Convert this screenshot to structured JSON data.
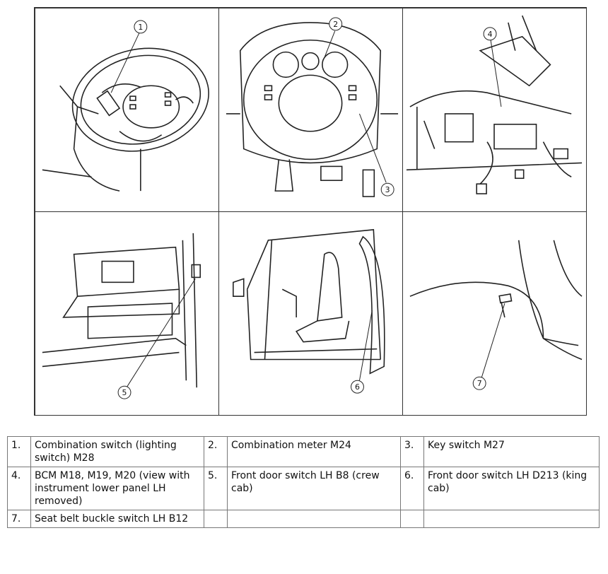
{
  "callouts": [
    "1",
    "2",
    "3",
    "4",
    "5",
    "6",
    "7"
  ],
  "legend": {
    "rows": [
      [
        {
          "num": "1.",
          "text": "Combination switch (lighting switch) M28"
        },
        {
          "num": "2.",
          "text": "Combination meter M24"
        },
        {
          "num": "3.",
          "text": "Key switch M27"
        }
      ],
      [
        {
          "num": "4.",
          "text": "BCM M18, M19, M20 (view with instrument lower panel LH removed)"
        },
        {
          "num": "5.",
          "text": "Front door switch LH B8 (crew cab)"
        },
        {
          "num": "6.",
          "text": "Front door switch LH D213 (king cab)"
        }
      ],
      [
        {
          "num": "7.",
          "text": "Seat belt buckle switch LH B12"
        },
        {
          "num": "",
          "text": ""
        },
        {
          "num": "",
          "text": ""
        }
      ]
    ]
  }
}
